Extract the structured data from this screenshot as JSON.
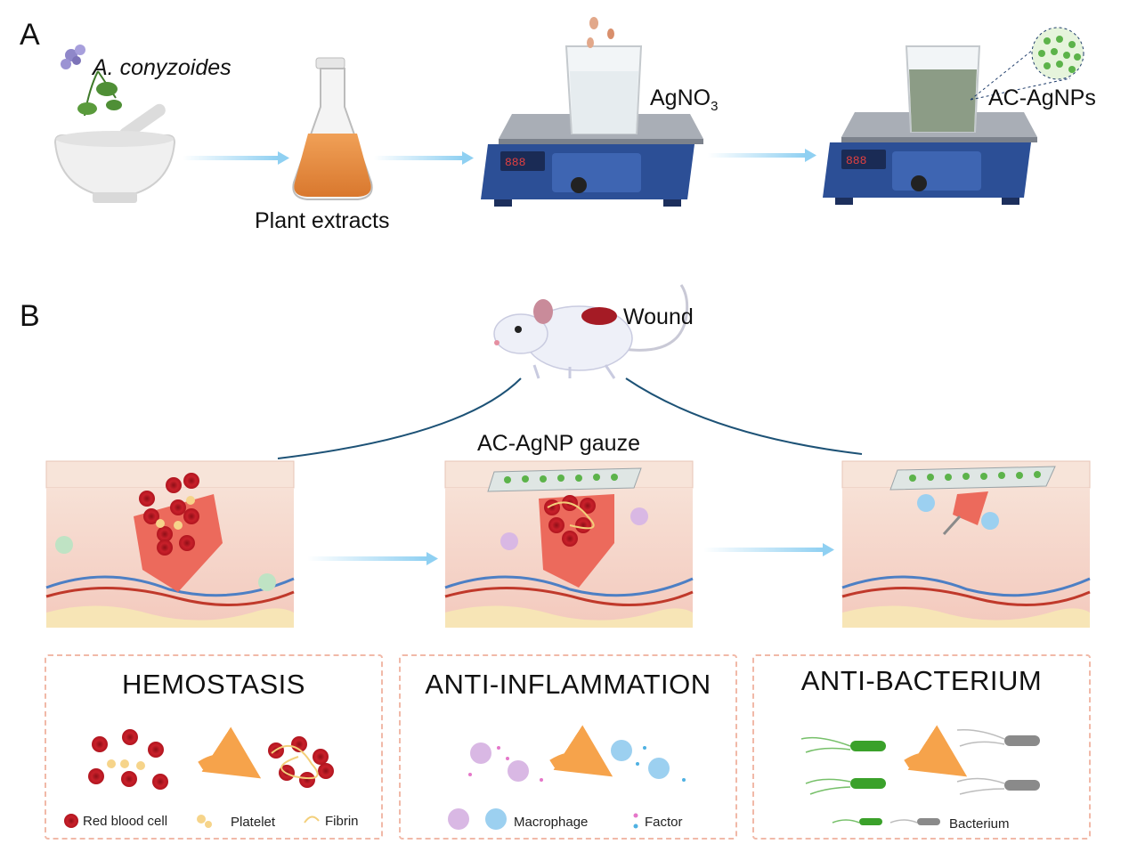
{
  "panel_a": {
    "letter": "A",
    "plant_name": "A. conyzoides",
    "extract_label": "Plant extracts",
    "reagent_main": "AgNO",
    "reagent_sub": "3",
    "product_label": "AC-AgNPs"
  },
  "panel_b": {
    "letter": "B",
    "wound_label": "Wound",
    "gauze_label": "AC-AgNP gauze",
    "boxes": [
      {
        "title": "HEMOSTASIS",
        "legend": [
          "Red blood cell",
          "Platelet",
          "Fibrin"
        ]
      },
      {
        "title": "ANTI-INFLAMMATION",
        "legend": [
          "Macrophage",
          "Factor"
        ]
      },
      {
        "title": "ANTI-BACTERIUM",
        "legend": [
          "Bacterium"
        ]
      }
    ]
  },
  "colors": {
    "arrow_blue": "#8fd0f2",
    "arrow_orange": "#f6a34b",
    "rbc_red": "#c8202a",
    "platelet_yellow": "#f6d48a",
    "macrophage_purple": "#cfa8db",
    "macrophage_blue": "#8ec9ee",
    "bacterium_green": "#3aa12a",
    "bacterium_gray": "#8a8a8a",
    "box_border": "#f1b9a8",
    "hotplate_blue": "#2c4f96"
  }
}
